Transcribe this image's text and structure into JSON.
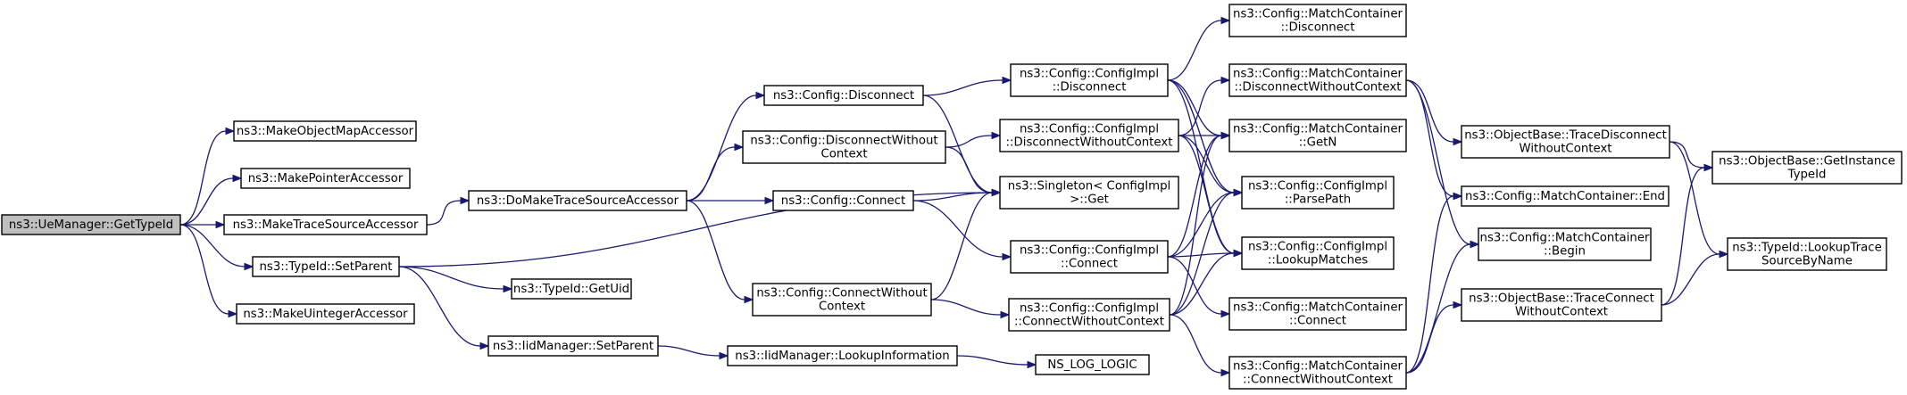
{
  "graph": {
    "colors": {
      "edge": "#191970",
      "root_fill": "#bfbfbf",
      "node_fill": "#ffffff",
      "node_border": "#000000"
    },
    "nodes": [
      {
        "id": "n0",
        "lines": [
          "ns3::UeManager::GetTypeId"
        ],
        "root": true
      },
      {
        "id": "n1",
        "lines": [
          "ns3::MakeObjectMapAccessor"
        ]
      },
      {
        "id": "n2",
        "lines": [
          "ns3::MakePointerAccessor"
        ]
      },
      {
        "id": "n3",
        "lines": [
          "ns3::MakeTraceSourceAccessor"
        ]
      },
      {
        "id": "n4",
        "lines": [
          "ns3::TypeId::SetParent"
        ]
      },
      {
        "id": "n5",
        "lines": [
          "ns3::MakeUintegerAccessor"
        ]
      },
      {
        "id": "n6",
        "lines": [
          "ns3::DoMakeTraceSourceAccessor"
        ]
      },
      {
        "id": "n7",
        "lines": [
          "ns3::TypeId::GetUid"
        ]
      },
      {
        "id": "n8",
        "lines": [
          "ns3::IidManager::SetParent"
        ]
      },
      {
        "id": "n9",
        "lines": [
          "ns3::Config::Disconnect"
        ]
      },
      {
        "id": "n10",
        "lines": [
          "ns3::Config::DisconnectWithout",
          "Context"
        ]
      },
      {
        "id": "n11",
        "lines": [
          "ns3::Config::Connect"
        ]
      },
      {
        "id": "n12",
        "lines": [
          "ns3::Config::ConnectWithout",
          "Context"
        ]
      },
      {
        "id": "n13",
        "lines": [
          "ns3::IidManager::LookupInformation"
        ]
      },
      {
        "id": "n14",
        "lines": [
          "ns3::Config::ConfigImpl",
          "::Disconnect"
        ]
      },
      {
        "id": "n15",
        "lines": [
          "ns3::Config::ConfigImpl",
          "::DisconnectWithoutContext"
        ]
      },
      {
        "id": "n16",
        "lines": [
          "ns3::Singleton< ConfigImpl",
          " >::Get"
        ]
      },
      {
        "id": "n17",
        "lines": [
          "ns3::Config::ConfigImpl",
          "::Connect"
        ]
      },
      {
        "id": "n18",
        "lines": [
          "ns3::Config::ConfigImpl",
          "::ConnectWithoutContext"
        ]
      },
      {
        "id": "n19",
        "lines": [
          "NS_LOG_LOGIC"
        ]
      },
      {
        "id": "n20",
        "lines": [
          "ns3::Config::MatchContainer",
          "::Disconnect"
        ]
      },
      {
        "id": "n21",
        "lines": [
          "ns3::Config::MatchContainer",
          "::DisconnectWithoutContext"
        ]
      },
      {
        "id": "n22",
        "lines": [
          "ns3::Config::MatchContainer",
          "::GetN"
        ]
      },
      {
        "id": "n23",
        "lines": [
          "ns3::Config::ConfigImpl",
          "::ParsePath"
        ]
      },
      {
        "id": "n24",
        "lines": [
          "ns3::Config::ConfigImpl",
          "::LookupMatches"
        ]
      },
      {
        "id": "n25",
        "lines": [
          "ns3::Config::MatchContainer",
          "::Connect"
        ]
      },
      {
        "id": "n26",
        "lines": [
          "ns3::Config::MatchContainer",
          "::ConnectWithoutContext"
        ]
      },
      {
        "id": "n27",
        "lines": [
          "ns3::ObjectBase::TraceDisconnect",
          "WithoutContext"
        ]
      },
      {
        "id": "n28",
        "lines": [
          "ns3::Config::MatchContainer::End"
        ]
      },
      {
        "id": "n29",
        "lines": [
          "ns3::Config::MatchContainer",
          "::Begin"
        ]
      },
      {
        "id": "n30",
        "lines": [
          "ns3::ObjectBase::TraceConnect",
          "WithoutContext"
        ]
      },
      {
        "id": "n31",
        "lines": [
          "ns3::ObjectBase::GetInstance",
          "TypeId"
        ]
      },
      {
        "id": "n32",
        "lines": [
          "ns3::TypeId::LookupTrace",
          "SourceByName"
        ]
      }
    ],
    "edges": [
      [
        "n0",
        "n1"
      ],
      [
        "n0",
        "n2"
      ],
      [
        "n0",
        "n3"
      ],
      [
        "n0",
        "n4"
      ],
      [
        "n0",
        "n5"
      ],
      [
        "n3",
        "n6"
      ],
      [
        "n4",
        "n7"
      ],
      [
        "n4",
        "n8"
      ],
      [
        "n4",
        "n16"
      ],
      [
        "n6",
        "n9"
      ],
      [
        "n6",
        "n10"
      ],
      [
        "n6",
        "n11"
      ],
      [
        "n6",
        "n12"
      ],
      [
        "n8",
        "n13"
      ],
      [
        "n13",
        "n19"
      ],
      [
        "n9",
        "n14"
      ],
      [
        "n9",
        "n16"
      ],
      [
        "n10",
        "n15"
      ],
      [
        "n10",
        "n16"
      ],
      [
        "n11",
        "n16"
      ],
      [
        "n11",
        "n17"
      ],
      [
        "n12",
        "n16"
      ],
      [
        "n12",
        "n18"
      ],
      [
        "n14",
        "n20"
      ],
      [
        "n14",
        "n22"
      ],
      [
        "n14",
        "n23"
      ],
      [
        "n14",
        "n24"
      ],
      [
        "n15",
        "n21"
      ],
      [
        "n15",
        "n22"
      ],
      [
        "n15",
        "n23"
      ],
      [
        "n15",
        "n24"
      ],
      [
        "n17",
        "n22"
      ],
      [
        "n17",
        "n23"
      ],
      [
        "n17",
        "n24"
      ],
      [
        "n17",
        "n25"
      ],
      [
        "n18",
        "n22"
      ],
      [
        "n18",
        "n23"
      ],
      [
        "n18",
        "n24"
      ],
      [
        "n18",
        "n26"
      ],
      [
        "n21",
        "n27"
      ],
      [
        "n21",
        "n28"
      ],
      [
        "n21",
        "n29"
      ],
      [
        "n26",
        "n28"
      ],
      [
        "n26",
        "n29"
      ],
      [
        "n26",
        "n30"
      ],
      [
        "n27",
        "n31"
      ],
      [
        "n27",
        "n32"
      ],
      [
        "n30",
        "n31"
      ],
      [
        "n30",
        "n32"
      ]
    ]
  }
}
